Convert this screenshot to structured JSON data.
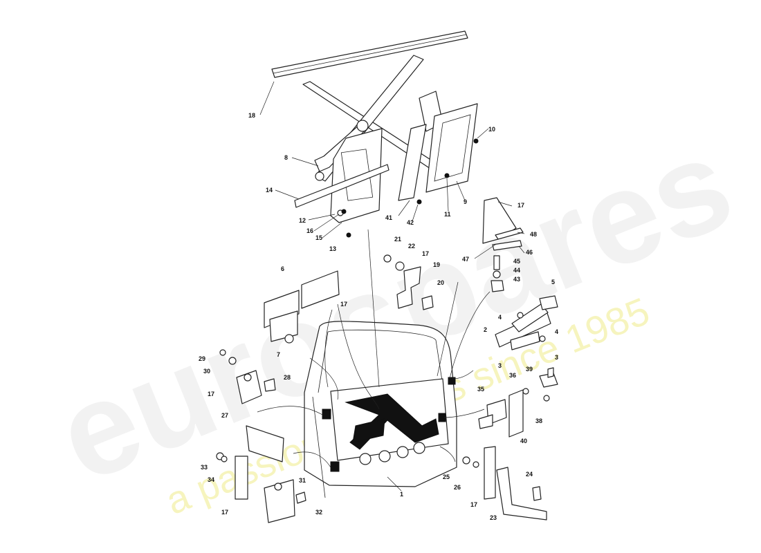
{
  "watermark": {
    "brand": "eurospares",
    "tagline": "a passion for parts since 1985",
    "tagline_color": "#f0ec8a"
  },
  "labels": {
    "p18": "18",
    "p8": "8",
    "p14": "14",
    "p12": "12",
    "p16": "16",
    "p15": "15",
    "p13": "13",
    "p41": "41",
    "p42": "42",
    "p11": "11",
    "p9": "9",
    "p10": "10",
    "p17a": "17",
    "p48": "48",
    "p46": "46",
    "p47": "47",
    "p45": "45",
    "p44": "44",
    "p43": "43",
    "p21": "21",
    "p22": "22",
    "p17b": "17",
    "p19": "19",
    "p20": "20",
    "p6": "6",
    "p17c": "17",
    "p7": "7",
    "p5": "5",
    "p4a": "4",
    "p2": "2",
    "p4b": "4",
    "p3a": "3",
    "p39": "39",
    "p3b": "3",
    "p36": "36",
    "p35": "35",
    "p38": "38",
    "p40": "40",
    "p29": "29",
    "p30": "30",
    "p28": "28",
    "p17d": "17",
    "p27": "27",
    "p33": "33",
    "p34": "34",
    "p31": "31",
    "p32": "32",
    "p17e": "17",
    "p1": "1",
    "p25": "25",
    "p26": "26",
    "p17f": "17",
    "p24": "24",
    "p23": "23"
  }
}
